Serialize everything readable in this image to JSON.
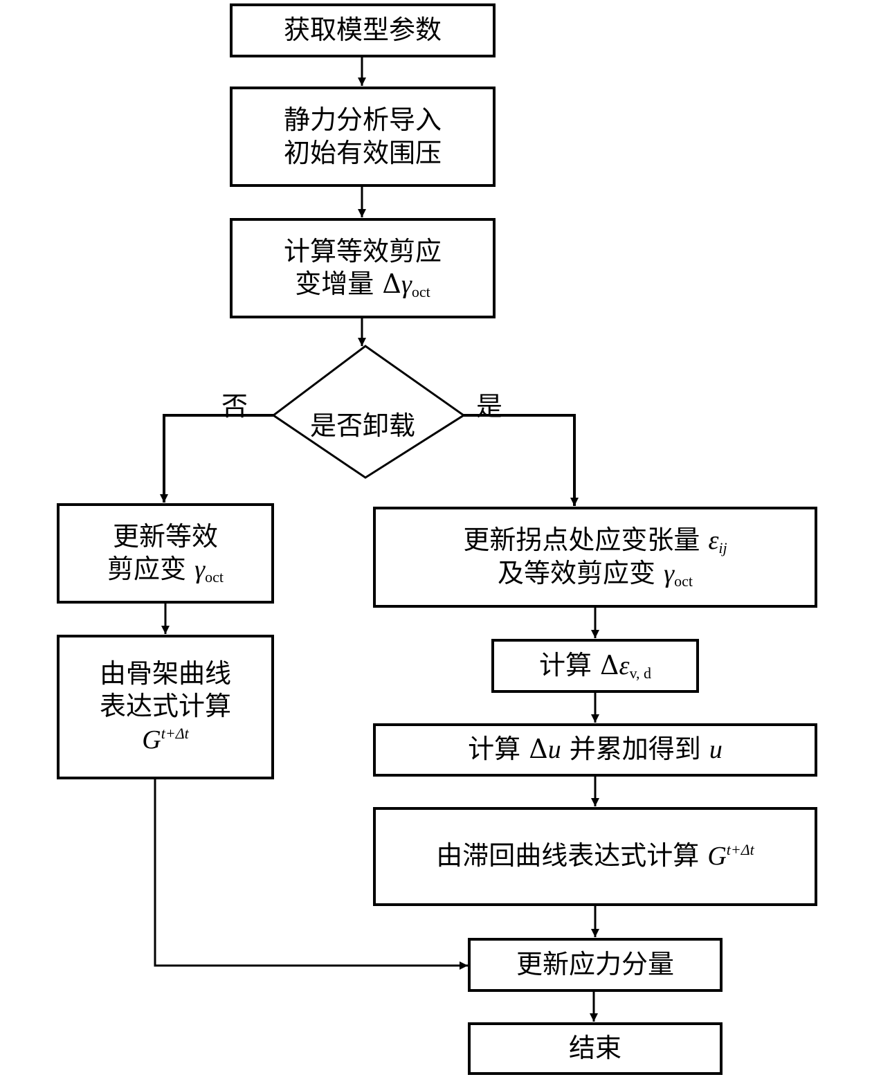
{
  "nodes": {
    "get_params": "获取模型参数",
    "static_line1": "静力分析导入",
    "static_line2": "初始有效围压",
    "calc_shear_line1": "计算等效剪应",
    "calc_shear_line2_text": "变增量 ",
    "decision": "是否卸载",
    "update_left_line1": "更新等效",
    "update_left_line2_text": "剪应变 ",
    "skeleton_line1": "由骨架曲线",
    "skeleton_line2": "表达式计算",
    "update_right_line1_text": "更新拐点处应变张量 ",
    "update_right_line2_text": "及等效剪应变 ",
    "calc_eps_text": "计算 ",
    "calc_u_text1": "计算 ",
    "calc_u_text2": " 并累加得到 ",
    "hysteresis_text": "由滞回曲线表达式计算 ",
    "update_stress": "更新应力分量",
    "end": "结束"
  },
  "branch_labels": {
    "no": "否",
    "yes": "是"
  },
  "symbols": {
    "delta": "Δ",
    "gamma": "γ",
    "oct": "oct",
    "epsilon": "ε",
    "ij": "ij",
    "vd": "v, d",
    "u": "u",
    "G": "G",
    "t_dt": "t+Δt"
  }
}
